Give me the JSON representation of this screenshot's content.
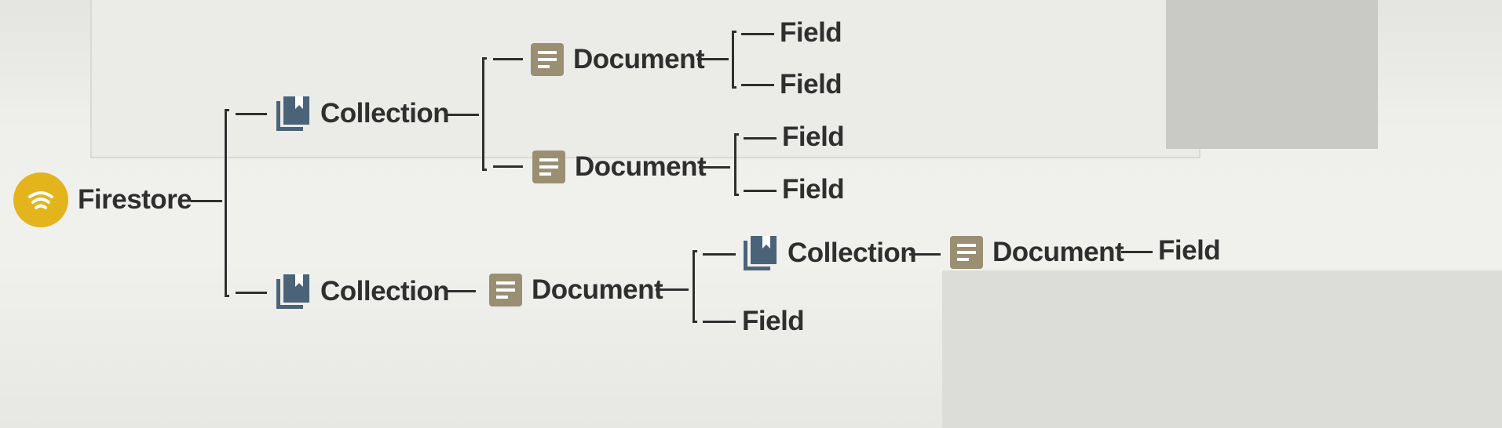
{
  "diagram": {
    "root": "Firestore",
    "nodes": {
      "c1": "Collection",
      "c1_d1": "Document",
      "c1_d1_f1": "Field",
      "c1_d1_f2": "Field",
      "c1_d2": "Document",
      "c1_d2_f1": "Field",
      "c1_d2_f2": "Field",
      "c2": "Collection",
      "c2_d1": "Document",
      "c2_d1_sub": "Collection",
      "c2_d1_sub_doc": "Document",
      "c2_d1_sub_doc_field": "Field",
      "c2_d1_field": "Field"
    },
    "icons": {
      "firestore": "firestore-icon",
      "collection": "collection-icon",
      "document": "document-icon"
    },
    "colors": {
      "firestore": "#e3b41c",
      "collection": "#4a6378",
      "document": "#9a8f72",
      "line": "#2f2f2f"
    }
  }
}
